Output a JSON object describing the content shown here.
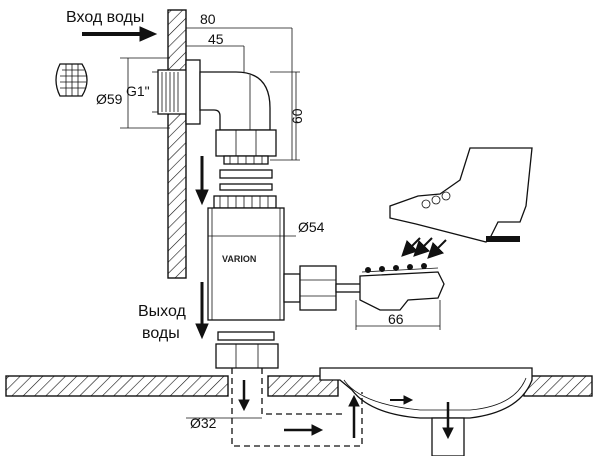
{
  "labels": {
    "water_in": "Вход воды",
    "water_out_line1": "Выход",
    "water_out_line2": "воды",
    "brand": "VARION"
  },
  "dimensions": {
    "d80": "80",
    "d45": "45",
    "g1": "G1\"",
    "d59": "Ø59",
    "d60": "60",
    "d54": "Ø54",
    "d66": "66",
    "d32": "Ø32"
  }
}
